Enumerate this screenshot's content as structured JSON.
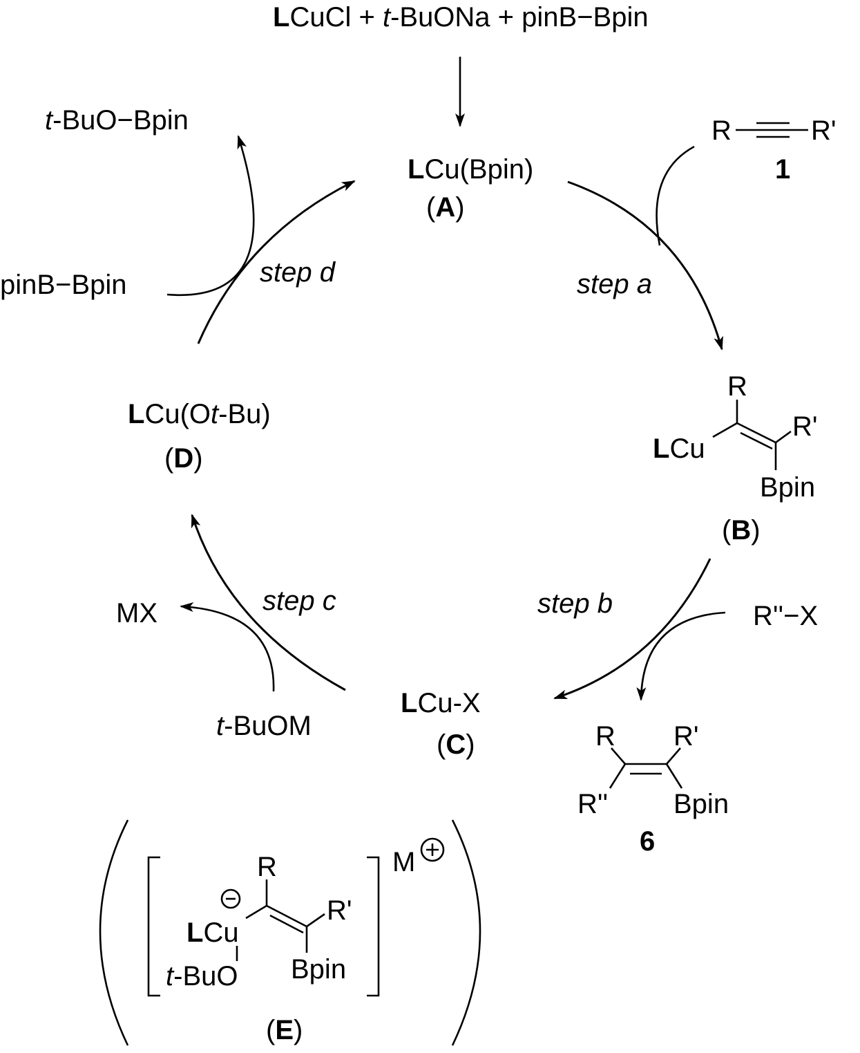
{
  "reagents_top": {
    "bold": "L",
    "rest": "CuCl + ",
    "tbu": "t",
    "rest2": "-BuONa + pinB−Bpin"
  },
  "A": {
    "bold": "L",
    "formula": "Cu(Bpin)",
    "label": "A"
  },
  "B": {
    "R": "R",
    "R_prime": "R'",
    "LCu_bold": "L",
    "LCu_rest": "Cu",
    "Bpin": "Bpin",
    "label": "B"
  },
  "C": {
    "bold": "L",
    "formula": "Cu-X",
    "label": "C"
  },
  "D": {
    "bold": "L",
    "formula_pre": "Cu(O",
    "tbu": "t",
    "formula_post": "-Bu)",
    "label": "D"
  },
  "E": {
    "R": "R",
    "R_prime": "R'",
    "LCu_bold": "L",
    "LCu_rest": "Cu",
    "tbu": "t",
    "tBuO": "-BuO",
    "Bpin": "Bpin",
    "counterion": "M",
    "label": "E"
  },
  "alkyne_1": {
    "R": "R",
    "R_prime": "R'",
    "number": "1"
  },
  "product_6": {
    "R": "R",
    "R_prime": "R'",
    "R_dprime": "R''",
    "Bpin": "Bpin",
    "number": "6"
  },
  "steps": {
    "a": "step a",
    "b": "step b",
    "c": "step c",
    "d": "step d"
  },
  "side_species": {
    "tBuO_Bpin_t": "t",
    "tBuO_Bpin": "-BuO−Bpin",
    "pinB_Bpin": "pinB−Bpin",
    "R2X": "R''−X",
    "MX": "MX",
    "tBuOM_t": "t",
    "tBuOM": "-BuOM"
  }
}
